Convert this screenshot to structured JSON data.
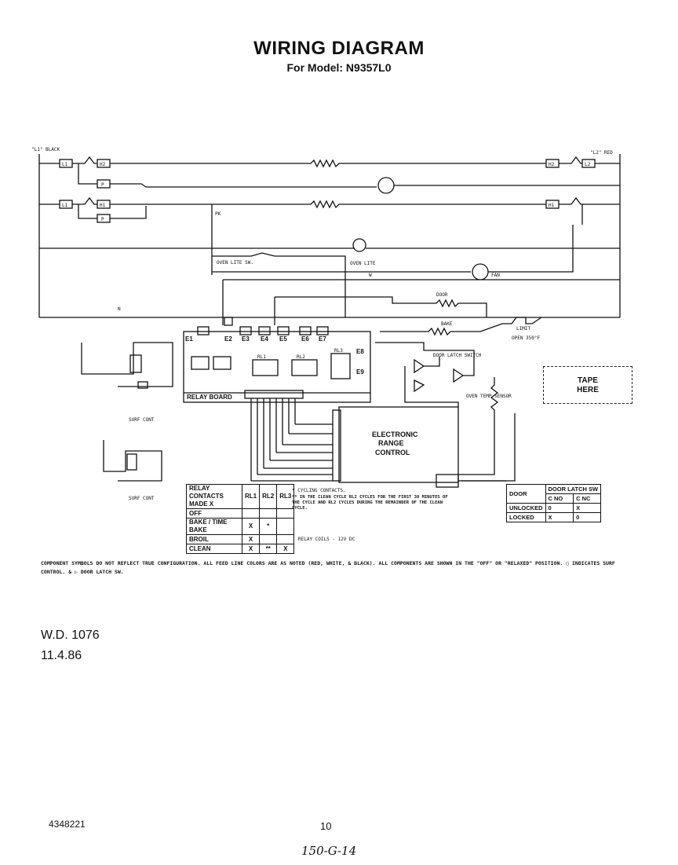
{
  "header": {
    "title": "WIRING DIAGRAM",
    "subtitle": "For Model: N9357L0"
  },
  "diagram": {
    "wire_labels": {
      "l1": "\"L1\" BLACK",
      "l2": "\"L2\" RED",
      "n": "N",
      "w": "W",
      "pk": "PK"
    },
    "terminal_labels": [
      "L1",
      "H2",
      "P",
      "L1",
      "H1",
      "P",
      "H2",
      "L2",
      "H1"
    ],
    "components": {
      "oven_lite": "OVEN LITE",
      "oven_lite_sw": "OVEN LITE SW.",
      "fan": "FAN",
      "door_lamp": "DOOR",
      "bake": "BAKE",
      "limit": "LIMIT",
      "limit_note": "OPEN 350°F",
      "door_latch_switch": "DOOR LATCH SWITCH",
      "oven_temp_sensor": "OVEN TEMP SENSOR",
      "relay_board": "RELAY BOARD",
      "electronic_control_line1": "ELECTRONIC",
      "electronic_control_line2": "RANGE",
      "electronic_control_line3": "CONTROL",
      "surf_cont_1": "SURF CONT",
      "surf_cont_2": "SURF CONT"
    },
    "relay_terminals": [
      "E1",
      "E2",
      "E3",
      "E4",
      "E5",
      "E6",
      "E7",
      "E8",
      "E9"
    ],
    "relay_names": [
      "RL1",
      "RL2",
      "RL3"
    ]
  },
  "relay_table": {
    "header": [
      "RELAY CONTACTS MADE X",
      "RL1",
      "RL2",
      "RL3"
    ],
    "rows": [
      {
        "mode": "OFF",
        "rl1": "",
        "rl2": "",
        "rl3": ""
      },
      {
        "mode": "BAKE / TIME BAKE",
        "rl1": "X",
        "rl2": "*",
        "rl3": ""
      },
      {
        "mode": "BROIL",
        "rl1": "X",
        "rl2": "",
        "rl3": ""
      },
      {
        "mode": "CLEAN",
        "rl1": "X",
        "rl2": "**",
        "rl3": "X"
      }
    ]
  },
  "relay_notes": {
    "note1": "* CYCLING CONTACTS.",
    "note2": "** IN THE CLEAN CYCLE RL2 CYCLES FOR THE FIRST 30 MINUTES OF THE CYCLE AND RL2 CYCLES DURING THE REMAINDER OF THE CLEAN CYCLE.",
    "note3": "RELAY COILS - 12V DC"
  },
  "door_table": {
    "header": [
      "DOOR",
      "DOOR LATCH SW"
    ],
    "sub": [
      "C NO",
      "C NC"
    ],
    "rows": [
      {
        "state": "UNLOCKED",
        "a": "0",
        "b": "X"
      },
      {
        "state": "LOCKED",
        "a": "X",
        "b": "0"
      }
    ]
  },
  "tape": {
    "line1": "TAPE",
    "line2": "HERE"
  },
  "footnote": "COMPONENT SYMBOLS DO NOT REFLECT TRUE CONFIGURATION. ALL FEED LINE COLORS ARE AS NOTED (RED, WHITE, & BLACK). ALL COMPONENTS ARE SHOWN IN THE \"OFF\" OR \"RELAXED\" POSITION. ▢ INDICATES SURF CONTROL. & ▷ DOOR LATCH SW.",
  "footer": {
    "wd": "W.D. 1076",
    "date": "11.4.86",
    "part_number": "4348221",
    "page": "10",
    "handwritten": "150-G-14"
  }
}
